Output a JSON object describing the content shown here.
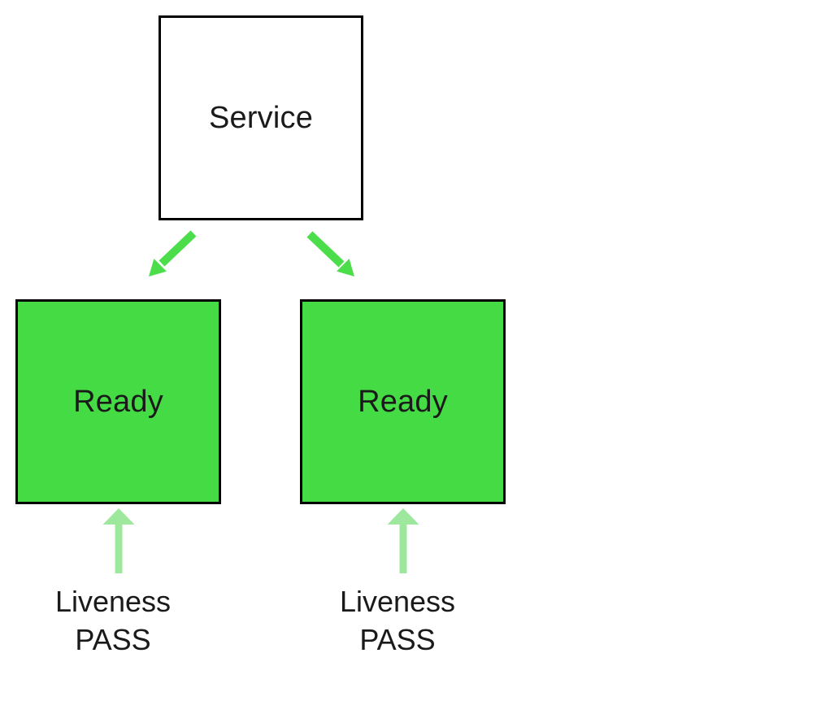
{
  "colors": {
    "background": "#ffffff",
    "node_border": "#000000",
    "text": "#1a1a1a",
    "ready_fill": "#45db44",
    "routing_arrow": "#4cdd4a",
    "probe_arrow": "#9de89d"
  },
  "service": {
    "label": "Service"
  },
  "pods": [
    {
      "label": "Ready",
      "probe_line1": "Liveness",
      "probe_line2": "PASS"
    },
    {
      "label": "Ready",
      "probe_line1": "Liveness",
      "probe_line2": "PASS"
    }
  ]
}
